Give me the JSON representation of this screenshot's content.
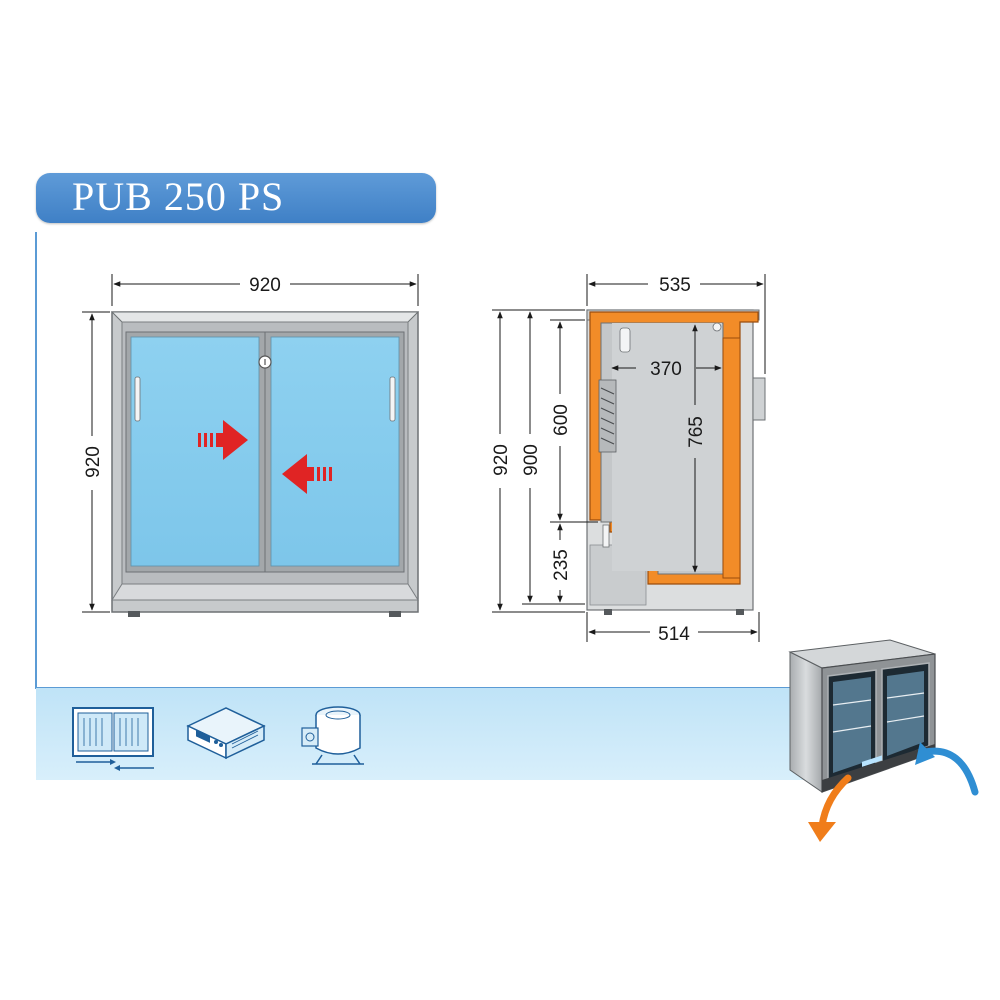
{
  "title": "PUB 250 PS",
  "dimensions": {
    "front_width": "920",
    "front_height": "920",
    "side_depth_top": "535",
    "side_depth_bottom": "514",
    "side_total_height": "920",
    "side_body_height": "900",
    "upper_section_height": "600",
    "lower_section_height": "235",
    "inner_depth": "370",
    "inner_height": "765"
  },
  "feature_icons": [
    "sliding-doors-icon",
    "control-panel-icon",
    "compressor-icon"
  ],
  "colors": {
    "title_tab": "#4a8bd0",
    "frame_line": "#5b9bd5",
    "feature_band": "#cfeaf9",
    "glass": "#87cdee",
    "cabinet": "#cfd2d4",
    "insulation": "#f28c28",
    "push_arrow": "#e02424",
    "swing_arrow_blue": "#2f8ed3",
    "swing_arrow_orange": "#f07d1a"
  }
}
